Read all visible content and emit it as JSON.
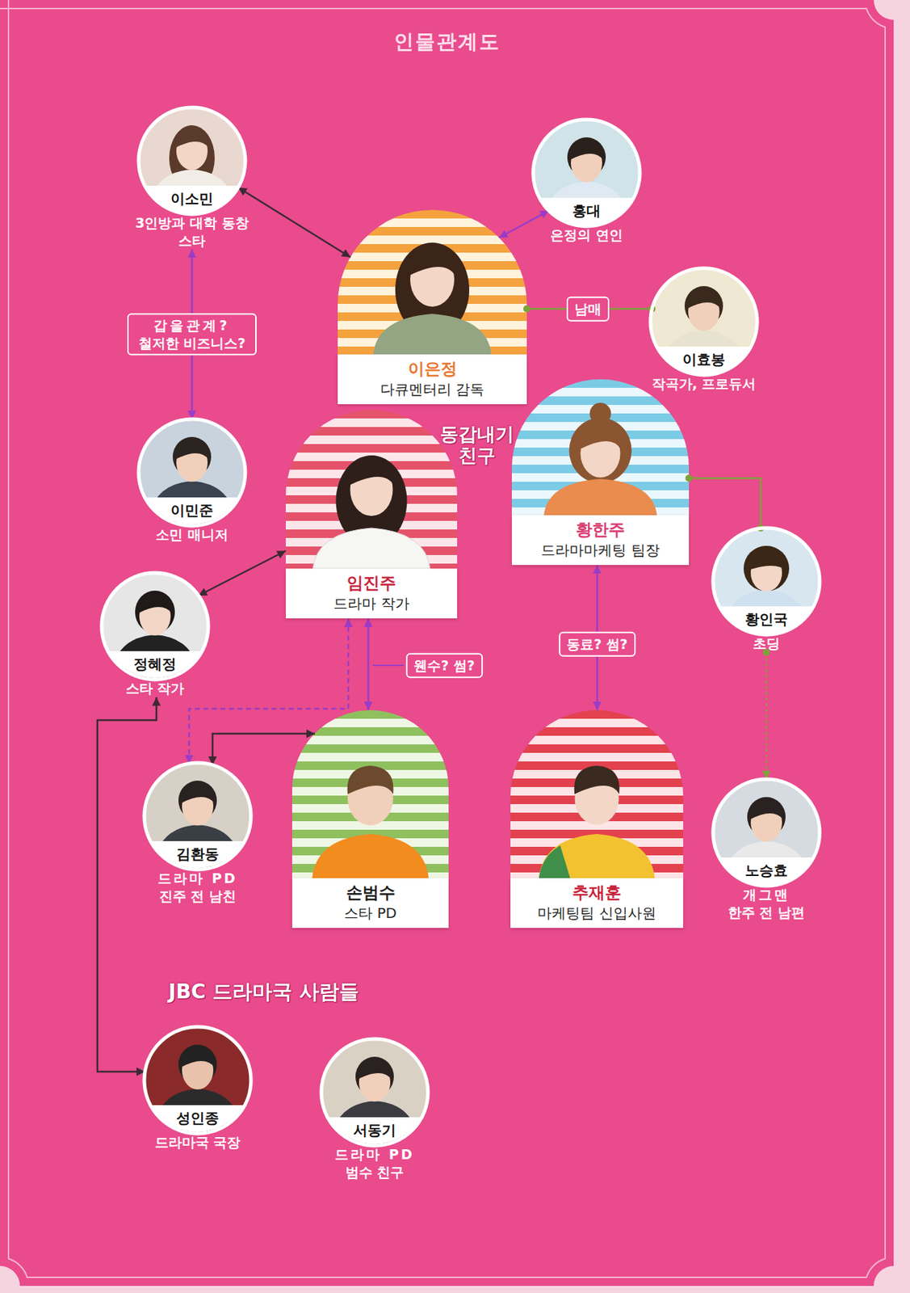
{
  "diagram": {
    "title": "인물관계도",
    "nodes": [
      {
        "text": [
          "이소민",
          "3인방과 대학 동창 스타"
        ]
      },
      {
        "text": [
          "홍대",
          "은정의 연인"
        ]
      },
      {
        "text": [
          "이은정",
          "다큐멘터리 감독"
        ]
      },
      {
        "text": [
          "이효봉",
          "작곡가, 프로듀서"
        ]
      },
      {
        "text": [
          "이민준",
          "소민 매니저"
        ]
      },
      {
        "text": [
          "황한주",
          "드라마마케팅 팀장"
        ]
      },
      {
        "text": [
          "임진주",
          "드라마 작가"
        ]
      },
      {
        "text": [
          "정혜정",
          "스타 작가"
        ]
      },
      {
        "text": [
          "황인국",
          "초딩"
        ]
      },
      {
        "text": [
          "김환동",
          "드라마 PD 진주 전 남친"
        ]
      },
      {
        "text": [
          "손범수",
          "스타 PD"
        ]
      },
      {
        "text": [
          "추재훈",
          "마케팅팀 신입사원"
        ]
      },
      {
        "text": [
          "노승효",
          "개그맨 한주 전 남편"
        ]
      },
      {
        "text": [
          "성인종",
          "드라마국 국장"
        ]
      },
      {
        "text": [
          "서동기",
          "드라마 PD 범수 친구"
        ]
      }
    ],
    "edges": [
      {
        "from": 0,
        "to": 2,
        "arrow": "both"
      },
      {
        "from": 2,
        "to": 1,
        "arrow": "both"
      },
      {
        "from": 2,
        "to": 3,
        "label": "남매",
        "arrow": "none"
      },
      {
        "from": 0,
        "to": 4,
        "label": "갑을관계? 철저한 비즈니스?",
        "arrow": "both"
      },
      {
        "from": 7,
        "to": 6,
        "arrow": "both"
      },
      {
        "from": 6,
        "to": 9,
        "arrow": "both"
      },
      {
        "from": 6,
        "to": 10,
        "label": "웬수? 썸?",
        "arrow": "both"
      },
      {
        "from": 9,
        "to": 10,
        "arrow": "both"
      },
      {
        "from": 5,
        "to": 11,
        "label": "동료? 썸?",
        "arrow": "both"
      },
      {
        "from": 5,
        "to": 8,
        "arrow": "none"
      },
      {
        "from": 8,
        "to": 12,
        "arrow": "to"
      },
      {
        "from": 13,
        "to": 7,
        "arrow": "both"
      }
    ],
    "labels": [
      "동갑내기 친구",
      "JBC 드라마국 사람들"
    ]
  }
}
